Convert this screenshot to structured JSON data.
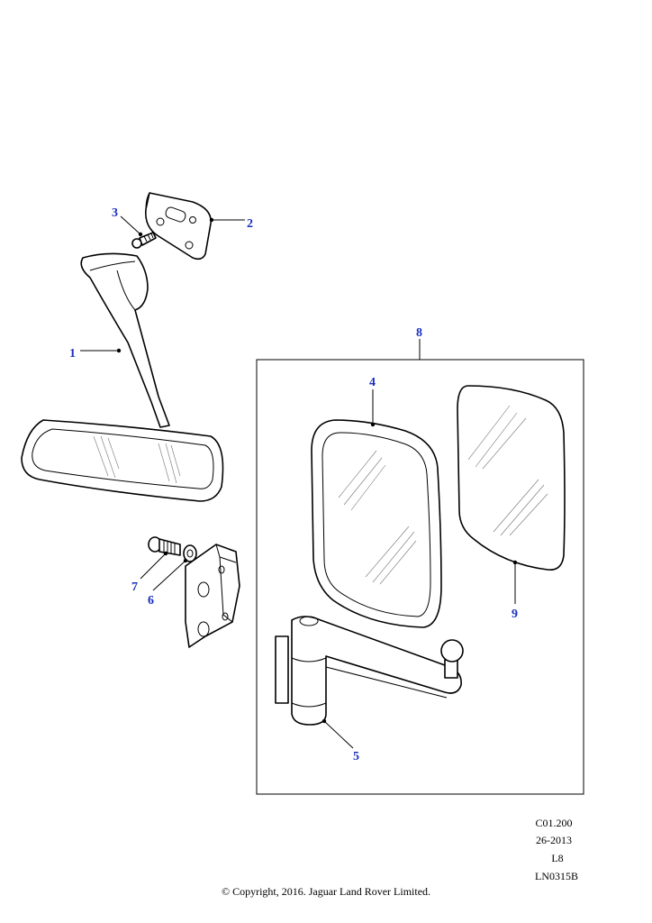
{
  "callouts": {
    "c1": "1",
    "c2": "2",
    "c3": "3",
    "c4": "4",
    "c5": "5",
    "c6": "6",
    "c7": "7",
    "c8": "8",
    "c9": "9"
  },
  "reference": {
    "line1": "C01.200",
    "line2": "26-2013",
    "line3": "L8",
    "line4": "LN0315B"
  },
  "copyright": "© Copyright, 2016. Jaguar Land Rover Limited.",
  "colors": {
    "callout": "#1a2fbf",
    "line": "#000000",
    "background": "#ffffff"
  }
}
